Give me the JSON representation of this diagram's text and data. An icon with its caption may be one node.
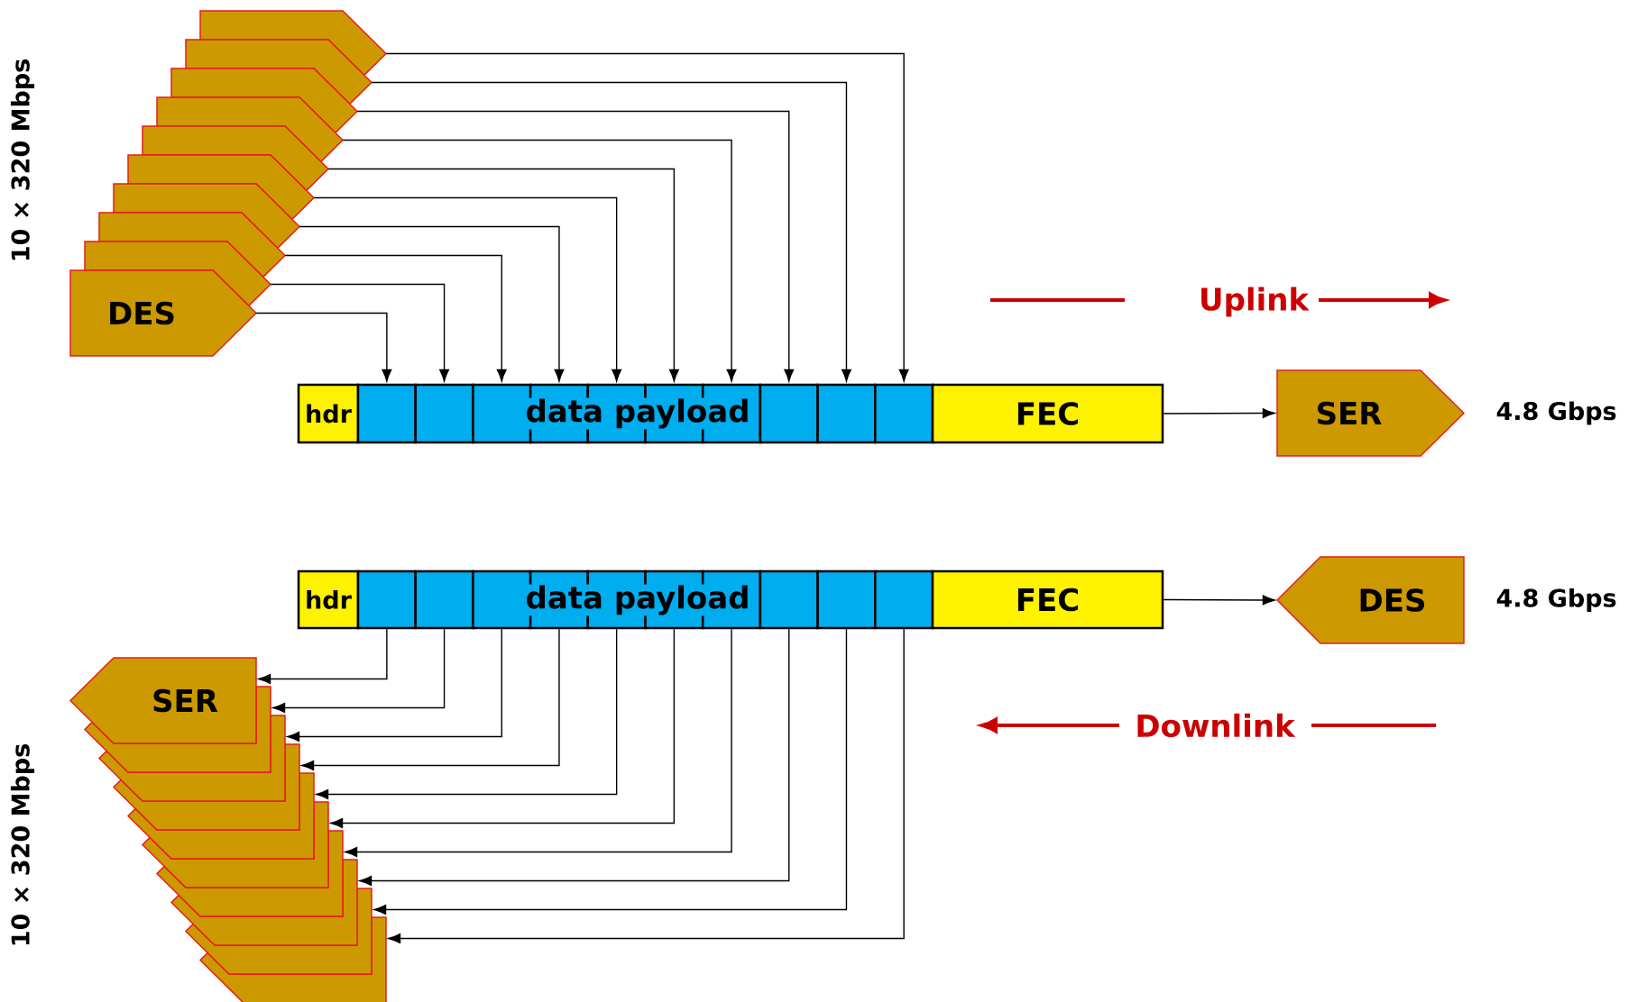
{
  "diagram": {
    "nodes": [
      {
        "text": [
          "hdr"
        ]
      },
      {
        "text": [],
        "shape": "box"
      },
      {
        "text": [],
        "shape": "box"
      },
      {
        "text": [],
        "shape": "box"
      },
      {
        "text": [],
        "shape": "box"
      },
      {
        "text": [],
        "shape": "box"
      },
      {
        "text": [],
        "shape": "box"
      },
      {
        "text": [],
        "shape": "box"
      },
      {
        "text": [],
        "shape": "box"
      },
      {
        "text": [],
        "shape": "box"
      },
      {
        "text": [],
        "shape": "box"
      },
      {
        "text": [
          "FEC"
        ]
      },
      {
        "text": [],
        "shape": "pentagon"
      },
      {
        "text": [],
        "shape": "pentagon"
      },
      {
        "text": [],
        "shape": "pentagon"
      },
      {
        "text": [],
        "shape": "pentagon"
      },
      {
        "text": [],
        "shape": "pentagon"
      },
      {
        "text": [],
        "shape": "pentagon"
      },
      {
        "text": [],
        "shape": "pentagon"
      },
      {
        "text": [],
        "shape": "pentagon"
      },
      {
        "text": [],
        "shape": "pentagon"
      },
      {
        "text": [
          "DES"
        ]
      },
      {
        "text": [
          "SER"
        ],
        "beside": [
          "4.8 Gbps"
        ]
      },
      {
        "text": [
          "hdr"
        ]
      },
      {
        "text": [],
        "shape": "box"
      },
      {
        "text": [],
        "shape": "box"
      },
      {
        "text": [],
        "shape": "box"
      },
      {
        "text": [],
        "shape": "box"
      },
      {
        "text": [],
        "shape": "box"
      },
      {
        "text": [],
        "shape": "box"
      },
      {
        "text": [],
        "shape": "box"
      },
      {
        "text": [],
        "shape": "box"
      },
      {
        "text": [],
        "shape": "box"
      },
      {
        "text": [],
        "shape": "box"
      },
      {
        "text": [
          "FEC"
        ]
      },
      {
        "text": [
          "DES"
        ],
        "beside": [
          "4.8 Gbps"
        ]
      },
      {
        "text": [
          "SER"
        ]
      },
      {
        "text": [],
        "shape": "pentagon"
      },
      {
        "text": [],
        "shape": "pentagon"
      },
      {
        "text": [],
        "shape": "pentagon"
      },
      {
        "text": [],
        "shape": "pentagon"
      },
      {
        "text": [],
        "shape": "pentagon"
      },
      {
        "text": [],
        "shape": "pentagon"
      },
      {
        "text": [],
        "shape": "pentagon"
      },
      {
        "text": [],
        "shape": "pentagon"
      },
      {
        "text": [],
        "shape": "pentagon"
      }
    ],
    "edges": [
      {
        "from": 21,
        "to": 1,
        "arrow": "to"
      },
      {
        "from": 20,
        "to": 2,
        "arrow": "to"
      },
      {
        "from": 19,
        "to": 3,
        "arrow": "to"
      },
      {
        "from": 18,
        "to": 4,
        "arrow": "to"
      },
      {
        "from": 17,
        "to": 5,
        "arrow": "to"
      },
      {
        "from": 16,
        "to": 6,
        "arrow": "to"
      },
      {
        "from": 15,
        "to": 7,
        "arrow": "to"
      },
      {
        "from": 14,
        "to": 8,
        "arrow": "to"
      },
      {
        "from": 13,
        "to": 9,
        "arrow": "to"
      },
      {
        "from": 12,
        "to": 10,
        "arrow": "to"
      },
      {
        "from": 11,
        "to": 22,
        "arrow": "to"
      },
      {
        "from": 34,
        "to": 35,
        "arrow": "to"
      },
      {
        "from": 24,
        "to": 36,
        "arrow": "to"
      },
      {
        "from": 25,
        "to": 37,
        "arrow": "to"
      },
      {
        "from": 26,
        "to": 38,
        "arrow": "to"
      },
      {
        "from": 27,
        "to": 39,
        "arrow": "to"
      },
      {
        "from": 28,
        "to": 40,
        "arrow": "to"
      },
      {
        "from": 29,
        "to": 41,
        "arrow": "to"
      },
      {
        "from": 30,
        "to": 42,
        "arrow": "to"
      },
      {
        "from": 31,
        "to": 43,
        "arrow": "to"
      },
      {
        "from": 32,
        "to": 44,
        "arrow": "to"
      },
      {
        "from": 33,
        "to": 45,
        "arrow": "to"
      }
    ],
    "labels": [
      "10 × 320 Mbps",
      "Uplink",
      "data payload",
      "data payload",
      "Downlink",
      "10 × 320 Mbps"
    ]
  }
}
